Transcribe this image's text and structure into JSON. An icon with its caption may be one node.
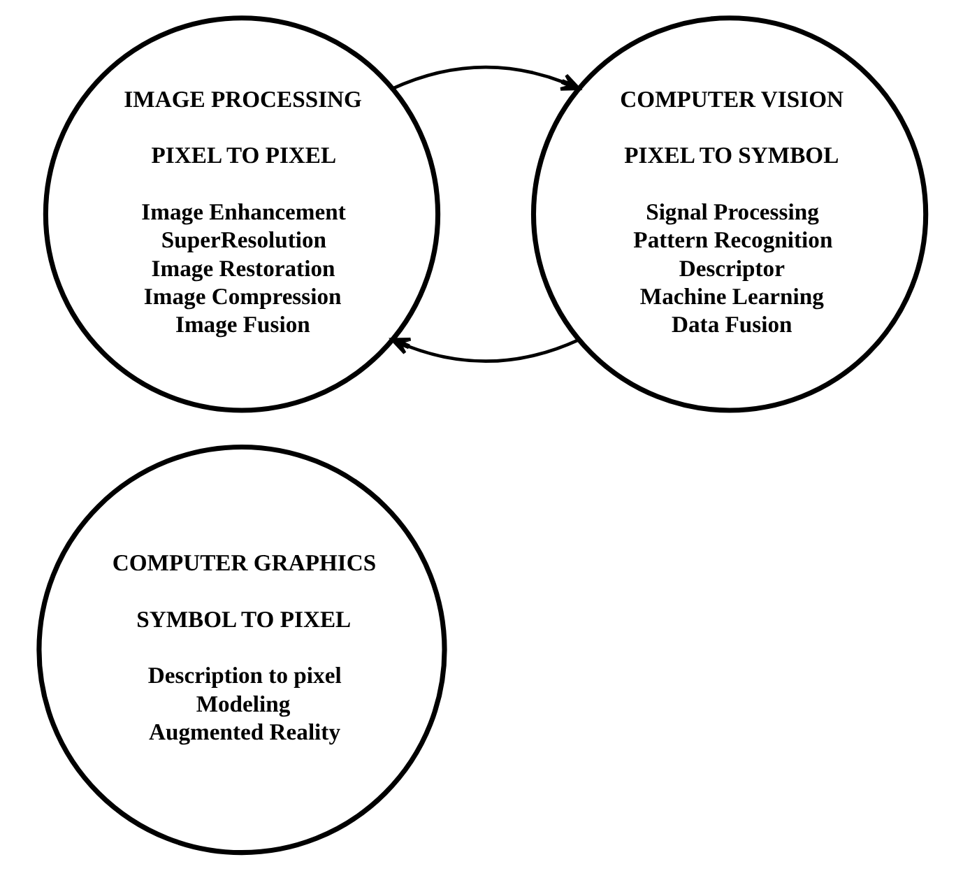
{
  "diagram": {
    "nodes": [
      {
        "text": [
          "IMAGE PROCESSING",
          "PIXEL TO PIXEL",
          "Image Enhancement",
          "SuperResolution",
          "Image Restoration",
          "Image Compression",
          "Image Fusion"
        ]
      },
      {
        "text": [
          "COMPUTER VISION",
          "PIXEL TO SYMBOL",
          "Signal Processing",
          "Pattern Recognition",
          "Descriptor",
          "Machine Learning",
          "Data Fusion"
        ]
      },
      {
        "text": [
          "COMPUTER GRAPHICS",
          "SYMBOL TO PIXEL",
          "Description to pixel",
          "Modeling",
          "Augmented Reality"
        ]
      }
    ],
    "edges": [
      {
        "from": 1,
        "to": 0,
        "arrow": "to"
      },
      {
        "from": 0,
        "to": 1,
        "arrow": "to"
      }
    ]
  }
}
